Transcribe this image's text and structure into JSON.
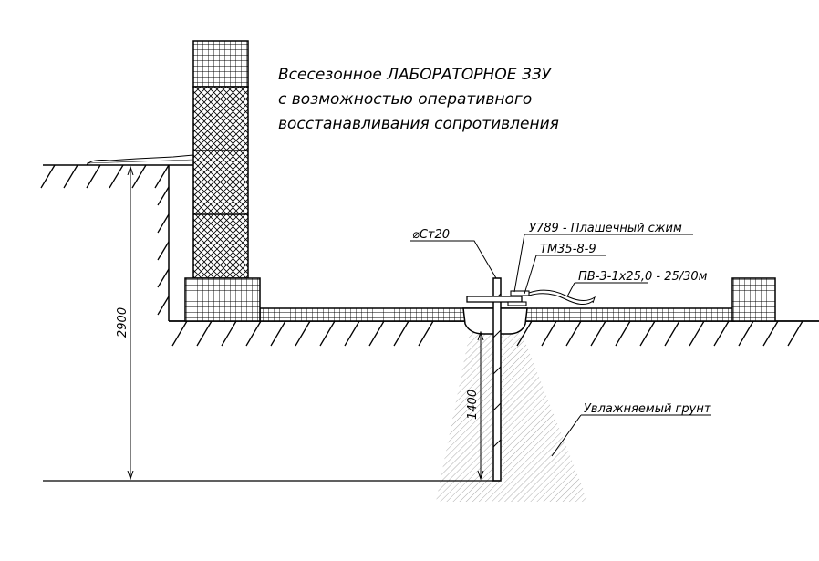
{
  "title": {
    "line1": "Всесезонное ЛАБОРАТОРНОЕ ЗЗУ",
    "line2": "с возможностью оперативного",
    "line3": "восстанавливания сопротивления"
  },
  "labels": {
    "rod": "⌀Ст20",
    "clamp": "У789 - Плашечный сжим",
    "lug": "ТМ35-8-9",
    "cable": "ПВ-3-1x25,0 - 25/30м",
    "soil": "Увлажняемый грунт"
  },
  "dimensions": {
    "total_depth": "2900",
    "rod_depth": "1400"
  }
}
